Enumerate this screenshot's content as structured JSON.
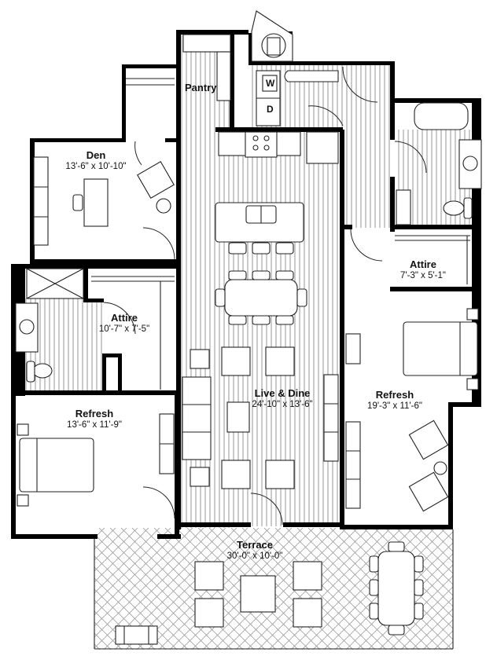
{
  "floor_plan": {
    "rooms": [
      {
        "id": "den",
        "name": "Den",
        "dimensions": "13'-6\" x 10'-10\""
      },
      {
        "id": "pantry",
        "name": "Pantry",
        "dimensions": ""
      },
      {
        "id": "attire_left",
        "name": "Attire",
        "dimensions": "10'-7\" x 7'-5\""
      },
      {
        "id": "attire_right",
        "name": "Attire",
        "dimensions": "7'-3\" x 5'-1\""
      },
      {
        "id": "live_dine",
        "name": "Live & Dine",
        "dimensions": "24'-10\" x 13'-6\""
      },
      {
        "id": "refresh_left",
        "name": "Refresh",
        "dimensions": "13'-6\" x 11'-9\""
      },
      {
        "id": "refresh_right",
        "name": "Refresh",
        "dimensions": "19'-3\" x 11'-6\""
      },
      {
        "id": "terrace",
        "name": "Terrace",
        "dimensions": "30'-0\" x 10'-0\""
      }
    ],
    "appliances": {
      "washer": "W",
      "dryer": "D"
    },
    "colors": {
      "wall": "#000000",
      "line": "#222222",
      "floor_hatch": "#9a9a9a",
      "background": "#ffffff"
    }
  }
}
